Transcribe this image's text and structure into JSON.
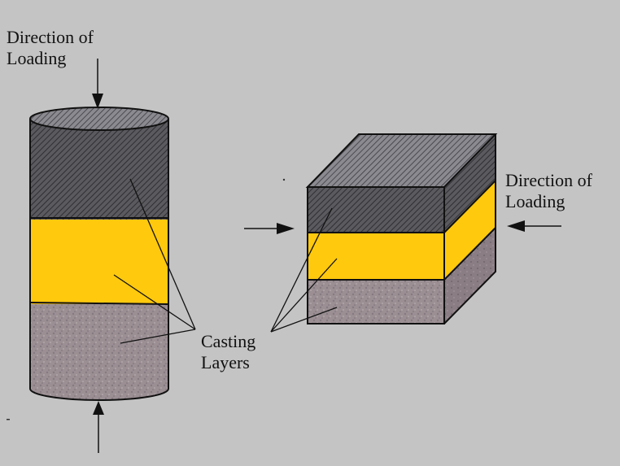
{
  "labels": {
    "left_direction_line1": "Direction of",
    "left_direction_line2": "Loading",
    "right_direction_line1": "Direction of",
    "right_direction_line2": "Loading",
    "casting_line1": "Casting",
    "casting_line2": "Layers"
  },
  "colors": {
    "background": "#c4c4c4",
    "dark_layer": "#4d4d52",
    "yellow_layer": "#ffc90e",
    "gray_layer": "#9a8d92",
    "outline": "#111111"
  }
}
